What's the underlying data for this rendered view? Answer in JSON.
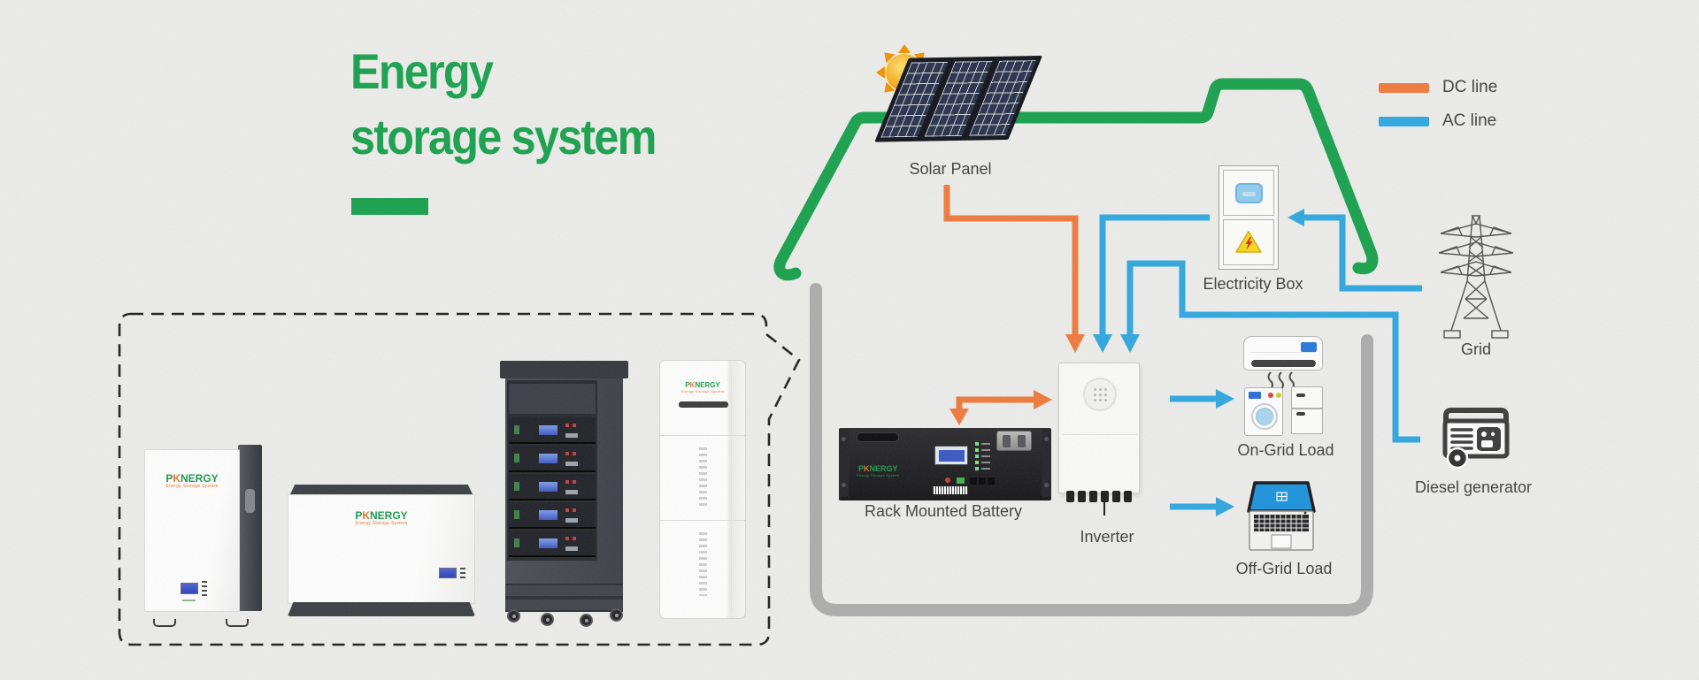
{
  "title": {
    "line1": "Energy",
    "line2": "storage system"
  },
  "legend": {
    "dc_label": "DC line",
    "ac_label": "AC line"
  },
  "nodes": {
    "solar_panel": "Solar Panel",
    "electricity_box": "Electricity Box",
    "grid": "Grid",
    "rack_mounted_battery": "Rack Mounted Battery",
    "inverter": "Inverter",
    "on_grid_load": "On-Grid Load",
    "off_grid_load": "Off-Grid Load",
    "diesel_generator": "Diesel generator"
  },
  "brand": {
    "name": "PKNERGY",
    "pre": "P",
    "k": "K",
    "rest": "NERGY",
    "tagline": "Energy Storage System"
  },
  "colors": {
    "dc_line": "#F1793C",
    "ac_line": "#2EA7E0",
    "roof_green": "#17A14C",
    "container_gray": "#ADADAD",
    "background": "#EDEDEB",
    "title_green": "#17A14C",
    "label_text": "#3E3E3E"
  }
}
